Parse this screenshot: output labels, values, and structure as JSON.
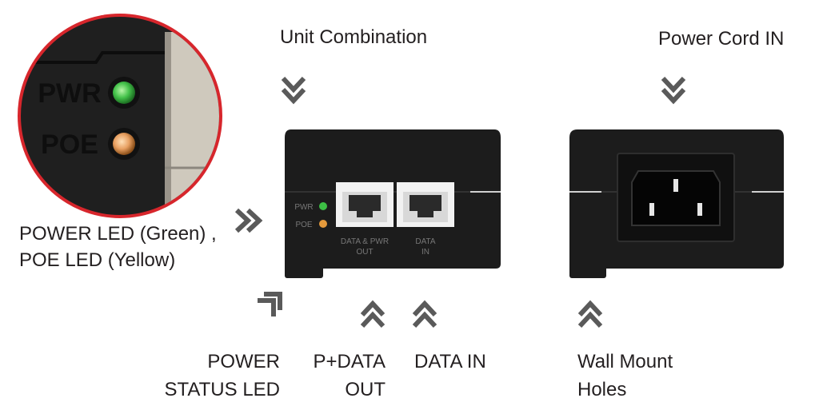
{
  "labels": {
    "unit_combination": "Unit Combination",
    "power_cord_in": "Power Cord IN",
    "power_led_line1": "POWER LED (Green) ,",
    "power_led_line2": "POE LED  (Yellow)",
    "power_status_line1": "POWER",
    "power_status_line2": "STATUS LED",
    "pdata_out_line1": "P+DATA",
    "pdata_out_line2": "OUT",
    "data_in": "DATA IN",
    "wall_mount_line1": "Wall Mount",
    "wall_mount_line2": "Holes"
  },
  "zoom": {
    "pwr_text": "PWR",
    "poe_text": "POE"
  },
  "device": {
    "pwr_text": "PWR",
    "poe_text": "POE",
    "port1_line1": "DATA & PWR",
    "port1_line2": "OUT",
    "port2_line1": "DATA",
    "port2_line2": "IN"
  },
  "colors": {
    "ring_red": "#d7262c",
    "device_body": "#1b1b1b",
    "led_green": "#3dbf45",
    "led_yellow": "#e59a3c",
    "arrow_gray": "#5a5a5a",
    "port_white": "#f2f2f2"
  }
}
